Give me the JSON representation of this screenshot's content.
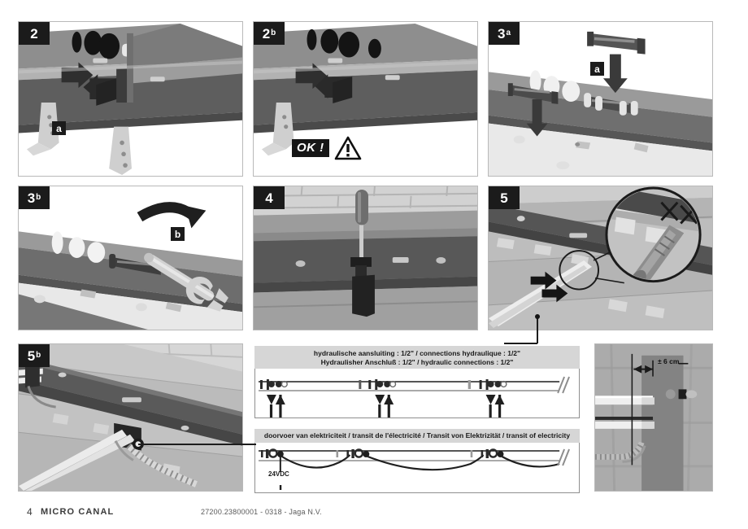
{
  "document": {
    "page_number": "4",
    "title": "MICRO CANAL",
    "code": "27200.23800001 - 0318 - Jaga N.V."
  },
  "panels": [
    {
      "id": "p2",
      "step": "2",
      "sup": "",
      "tag": "a"
    },
    {
      "id": "p2b",
      "step": "2",
      "sup": "b",
      "ok_label": "OK !"
    },
    {
      "id": "p3a",
      "step": "3",
      "sup": "a",
      "tag": "a"
    },
    {
      "id": "p3b",
      "step": "3",
      "sup": "b",
      "tag": "b"
    },
    {
      "id": "p4",
      "step": "4",
      "sup": ""
    },
    {
      "id": "p5",
      "step": "5",
      "sup": ""
    },
    {
      "id": "p5b",
      "step": "5",
      "sup": "b"
    }
  ],
  "diagrams": {
    "hydraulic": {
      "header_line1": "hydraulische aansluiting : 1/2\" / connections hydraulique : 1/2\"",
      "header_line2": "Hydraulisher Anschluß : 1/2\" / hydraulic connections : 1/2\"",
      "modules": 3,
      "flow_symbol": "down-arrow",
      "return_symbol": "up-arrow",
      "break_symbol": "//"
    },
    "electricity": {
      "header_line1": "doorvoer van elektriciteit / transit de l'électricité / Transit von Elektrizität / transit of electricity",
      "voltage_label": "24VDC",
      "modules": 3,
      "break_symbol": "//"
    },
    "detail": {
      "dimension_label": "± 6 cm"
    }
  },
  "colors": {
    "badge_bg": "#1b1b1b",
    "badge_text": "#ffffff",
    "panel_border": "#b9b9b9",
    "diagram_header_bg": "#d6d6d6",
    "footer_text": "#3b3b3b"
  }
}
